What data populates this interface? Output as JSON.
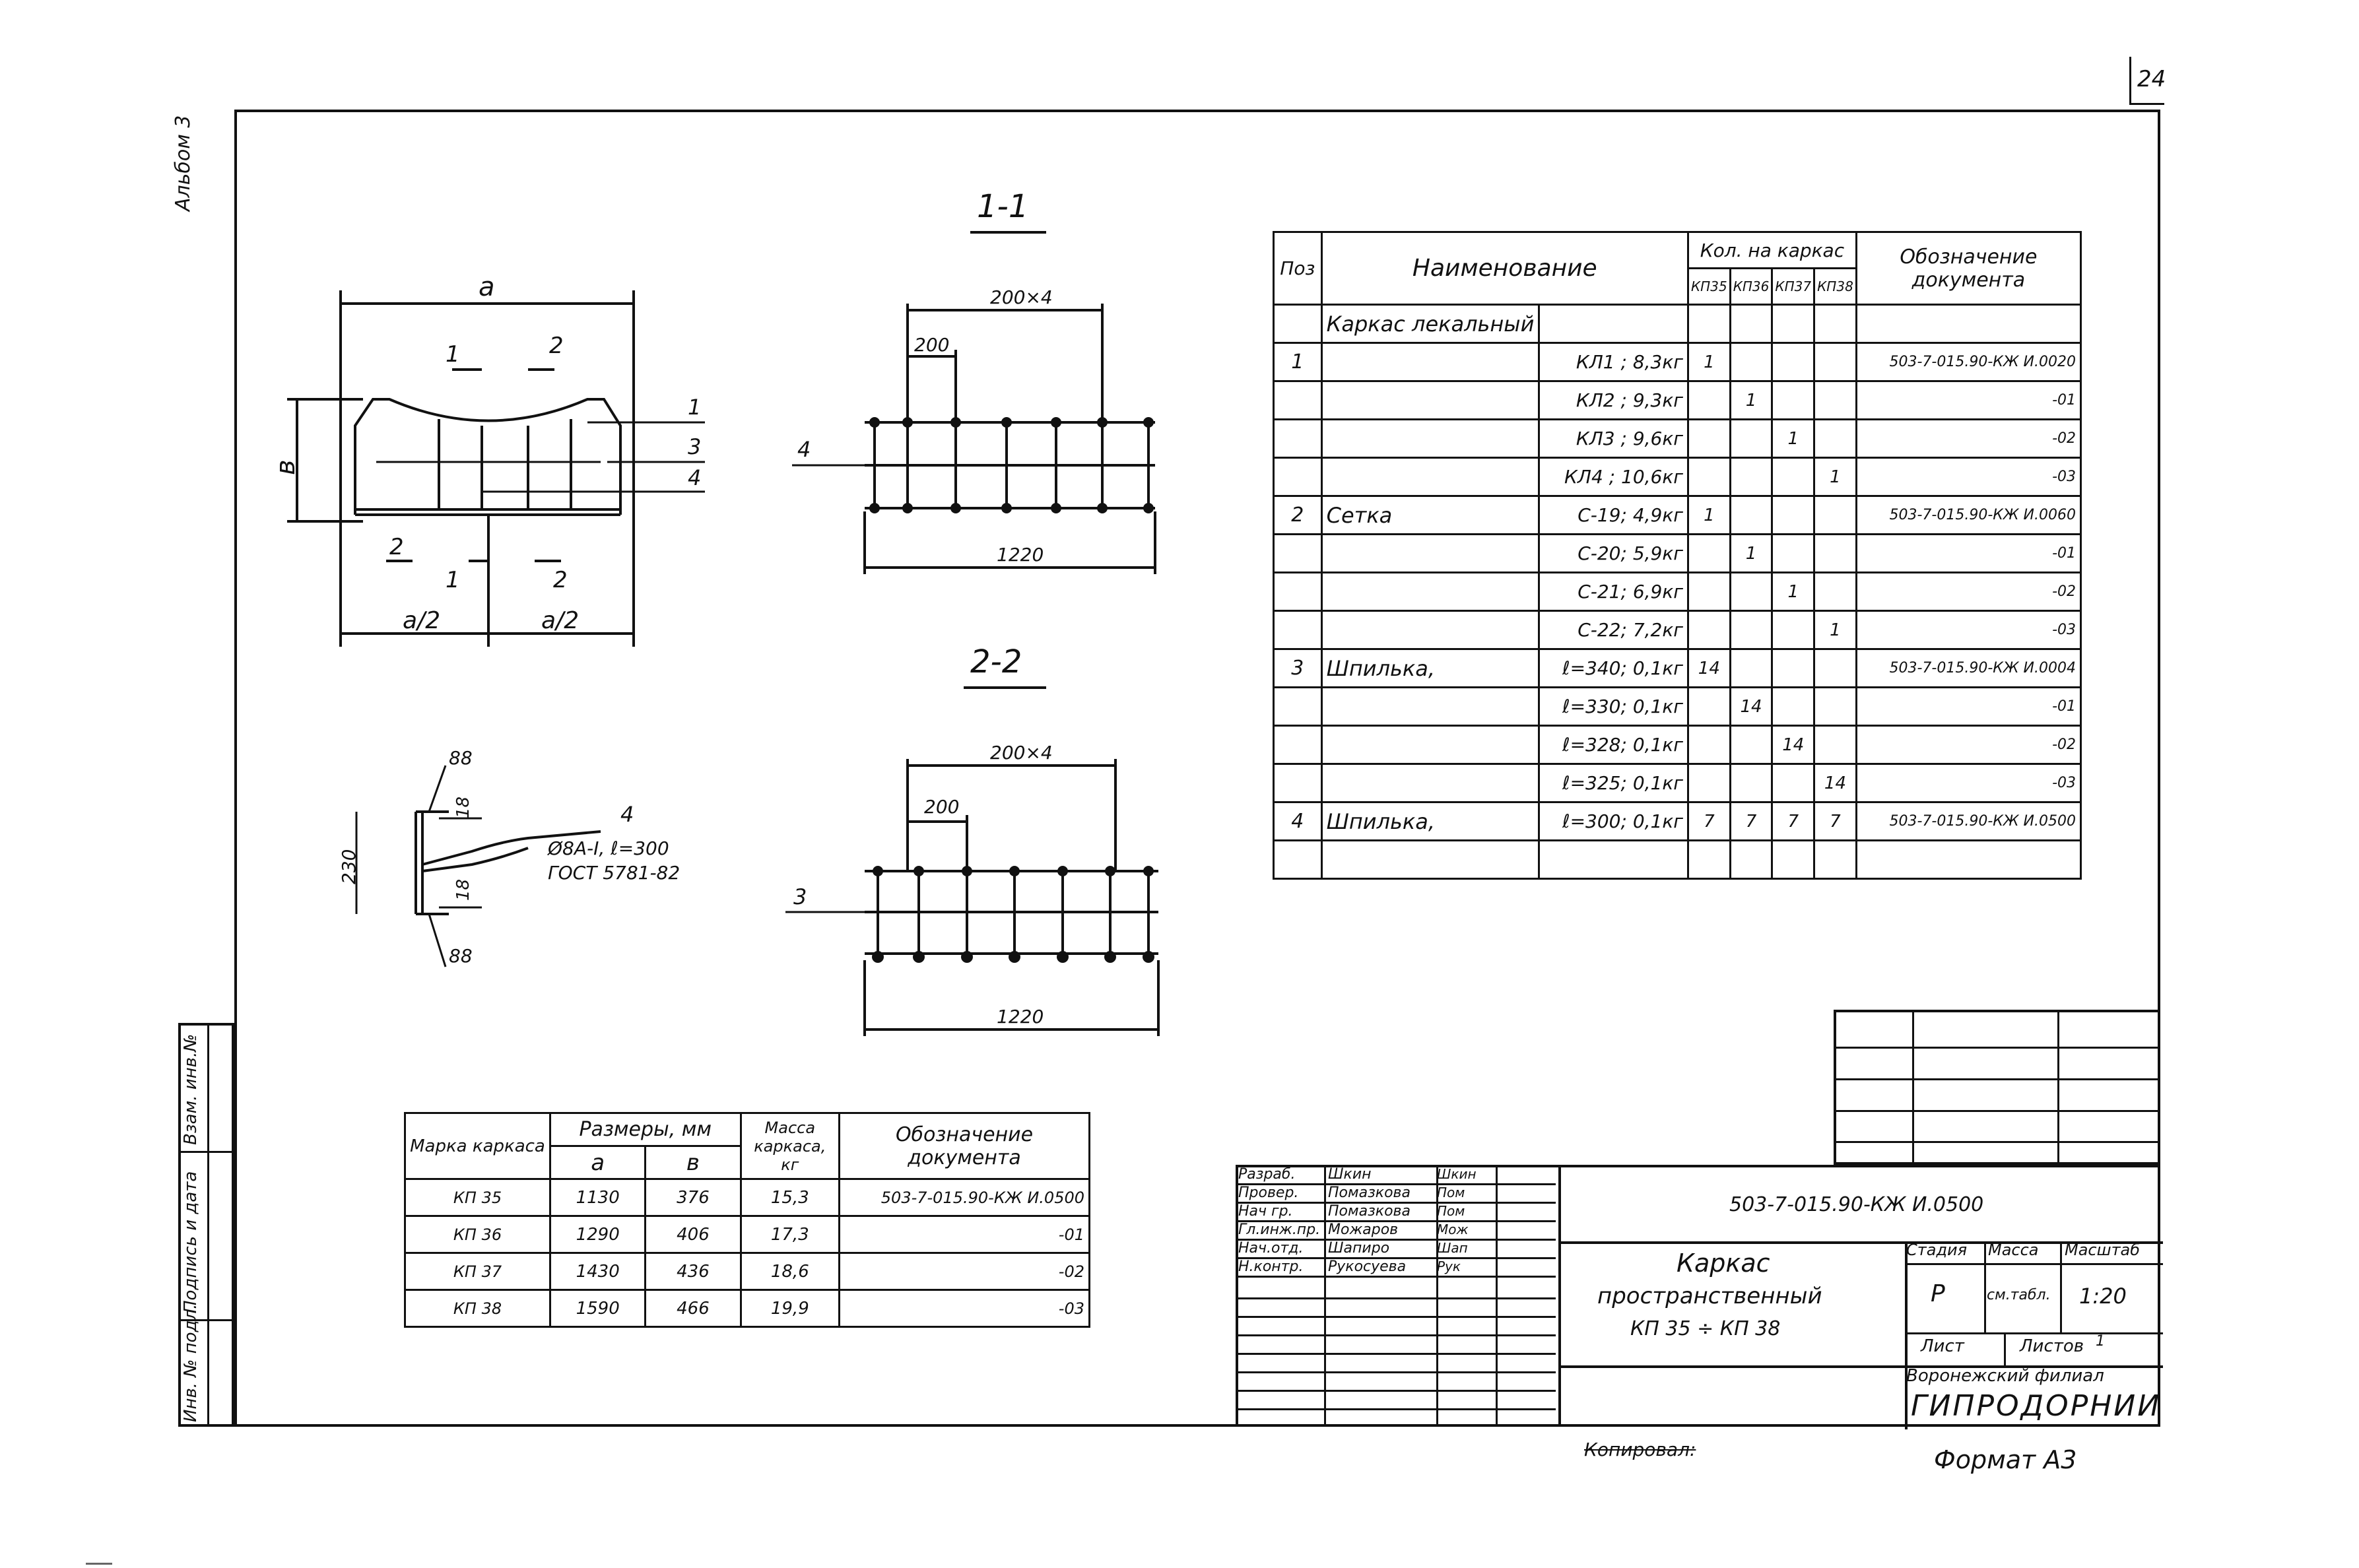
{
  "sheet": {
    "page_number": "24",
    "album": "Альбом 3",
    "format_label": "Формат А3",
    "copied_label": "Копировал:"
  },
  "side_stamp": {
    "items": [
      "Взам. инв.№",
      "Подпись и дата",
      "Инв. № подл."
    ]
  },
  "plan_view": {
    "dim_a": "а",
    "dim_b": "в",
    "dim_a_half_left": "а/2",
    "dim_a_half_right": "а/2",
    "section_marks": [
      "1",
      "2",
      "2",
      "1",
      "2"
    ],
    "callouts": [
      "1",
      "3",
      "4"
    ]
  },
  "section_1_1": {
    "title": "1-1",
    "dim_top": "200×4",
    "dim_spacing": "200",
    "dim_bottom": "1220",
    "callout": "4"
  },
  "section_2_2": {
    "title": "2-2",
    "dim_top": "200×4",
    "dim_spacing": "200",
    "dim_bottom": "1220",
    "callout": "3"
  },
  "pin_detail": {
    "dim_88_top": "88",
    "dim_18_top": "18",
    "dim_230": "230",
    "dim_18_bottom": "18",
    "dim_88_bottom": "88",
    "callout": "4",
    "spec_line1": "Ø8А-I, ℓ=300",
    "spec_line2": "ГОСТ 5781-82"
  },
  "spec_table": {
    "headers": {
      "pos": "Поз",
      "name": "Наименование",
      "qty": "Кол. на каркас",
      "doc": "Обозначение документа",
      "cols": [
        "КП35",
        "КП36",
        "КП37",
        "КП38"
      ]
    },
    "rows": [
      {
        "pos": "",
        "name": "Каркас   лекальный",
        "item": "",
        "q": [
          "",
          "",
          "",
          ""
        ],
        "doc": ""
      },
      {
        "pos": "1",
        "name": "",
        "item": "КЛ1 ;   8,3кг",
        "q": [
          "1",
          "",
          "",
          ""
        ],
        "doc": "503-7-015.90-КЖ И.0020"
      },
      {
        "pos": "",
        "name": "",
        "item": "КЛ2 ;   9,3кг",
        "q": [
          "",
          "1",
          "",
          ""
        ],
        "doc": "-01"
      },
      {
        "pos": "",
        "name": "",
        "item": "КЛ3 ;   9,6кг",
        "q": [
          "",
          "",
          "1",
          ""
        ],
        "doc": "-02"
      },
      {
        "pos": "",
        "name": "",
        "item": "КЛ4 ;   10,6кг",
        "q": [
          "",
          "",
          "",
          "1"
        ],
        "doc": "-03"
      },
      {
        "pos": "2",
        "name": "Сетка",
        "item": "С-19;   4,9кг",
        "q": [
          "1",
          "",
          "",
          ""
        ],
        "doc": "503-7-015.90-КЖ И.0060"
      },
      {
        "pos": "",
        "name": "",
        "item": "С-20;   5,9кг",
        "q": [
          "",
          "1",
          "",
          ""
        ],
        "doc": "-01"
      },
      {
        "pos": "",
        "name": "",
        "item": "С-21;   6,9кг",
        "q": [
          "",
          "",
          "1",
          ""
        ],
        "doc": "-02"
      },
      {
        "pos": "",
        "name": "",
        "item": "С-22;   7,2кг",
        "q": [
          "",
          "",
          "",
          "1"
        ],
        "doc": "-03"
      },
      {
        "pos": "3",
        "name": "Шпилька,",
        "item": "ℓ=340;   0,1кг",
        "q": [
          "14",
          "",
          "",
          ""
        ],
        "doc": "503-7-015.90-КЖ И.0004"
      },
      {
        "pos": "",
        "name": "",
        "item": "ℓ=330;   0,1кг",
        "q": [
          "",
          "14",
          "",
          ""
        ],
        "doc": "-01"
      },
      {
        "pos": "",
        "name": "",
        "item": "ℓ=328;   0,1кг",
        "q": [
          "",
          "",
          "14",
          ""
        ],
        "doc": "-02"
      },
      {
        "pos": "",
        "name": "",
        "item": "ℓ=325;   0,1кг",
        "q": [
          "",
          "",
          "",
          "14"
        ],
        "doc": "-03"
      },
      {
        "pos": "4",
        "name": "Шпилька,",
        "item": "ℓ=300;   0,1кг",
        "q": [
          "7",
          "7",
          "7",
          "7"
        ],
        "doc": "503-7-015.90-КЖ И.0500"
      },
      {
        "pos": "",
        "name": "",
        "item": "",
        "q": [
          "",
          "",
          "",
          ""
        ],
        "doc": ""
      }
    ]
  },
  "dims_table": {
    "headers": {
      "mark": "Марка каркаса",
      "sizes": "Размеры, мм",
      "a": "а",
      "b": "в",
      "mass": "Масса каркаса, кг",
      "doc": "Обозначение документа"
    },
    "rows": [
      {
        "mark": "КП 35",
        "a": "1130",
        "b": "376",
        "mass": "15,3",
        "doc": "503-7-015.90-КЖ И.0500"
      },
      {
        "mark": "КП 36",
        "a": "1290",
        "b": "406",
        "mass": "17,3",
        "doc": "-01"
      },
      {
        "mark": "КП 37",
        "a": "1430",
        "b": "436",
        "mass": "18,6",
        "doc": "-02"
      },
      {
        "mark": "КП 38",
        "a": "1590",
        "b": "466",
        "mass": "19,9",
        "doc": "-03"
      }
    ]
  },
  "title_block": {
    "doc_code": "503-7-015.90-КЖ И.0500",
    "roles": [
      {
        "role": "Разраб.",
        "name": "Шкин",
        "sig": "Шкин"
      },
      {
        "role": "Провер.",
        "name": "Помазкова",
        "sig": "Пом"
      },
      {
        "role": "Нач гр.",
        "name": "Помазкова",
        "sig": "Пом"
      },
      {
        "role": "Гл.инж.пр.",
        "name": "Можаров",
        "sig": "Мож"
      },
      {
        "role": "Нач.отд.",
        "name": "Шапиро",
        "sig": "Шап"
      },
      {
        "role": "Н.контр.",
        "name": "Рукосуева",
        "sig": "Рук"
      }
    ],
    "title_line1": "Каркас",
    "title_line2": "пространственный",
    "title_line3": "КП 35  ÷  КП 38",
    "stage_label": "Стадия",
    "mass_label": "Масса",
    "scale_label": "Масштаб",
    "stage": "Р",
    "mass": "см.табл.",
    "scale": "1:20",
    "sheet_label": "Лист",
    "sheets_label": "Листов",
    "sheets_count": "1",
    "org_line1": "Воронежский филиал",
    "org_line2": "ГИПРОДОРНИИ"
  }
}
